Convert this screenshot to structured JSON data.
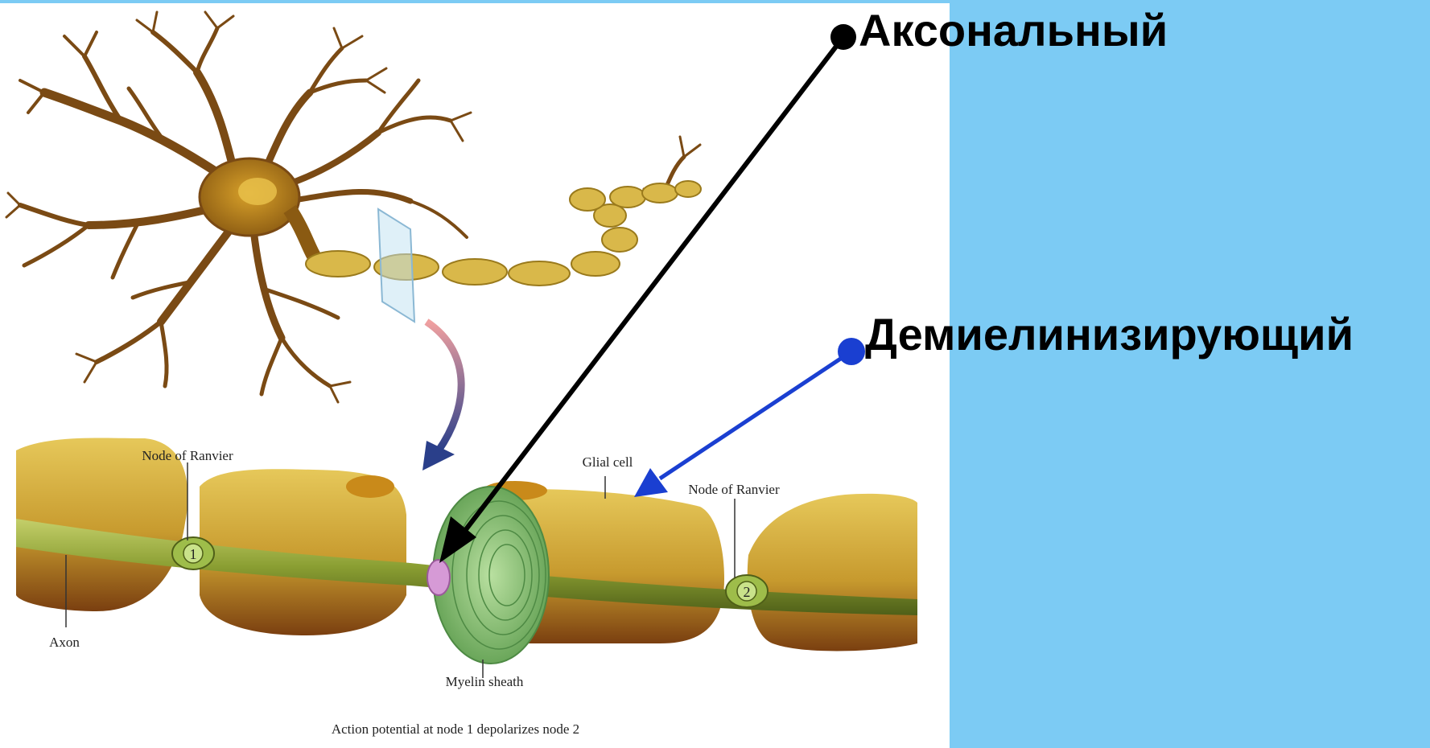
{
  "diagram": {
    "labels": {
      "node_of_ranvier_left": "Node of Ranvier",
      "node_of_ranvier_right": "Node of Ranvier",
      "glial_cell": "Glial cell",
      "axon": "Axon",
      "myelin_sheath": "Myelin sheath",
      "node_1": "1",
      "node_2": "2",
      "caption": "Action potential at node 1 depolarizes node 2"
    },
    "callouts": {
      "axonal": "Аксональный",
      "demyelinating": "Демиелинизирующий"
    },
    "colors": {
      "panel_background": "#7ccbf4",
      "image_background": "#ffffff",
      "axonal_arrow": "#000000",
      "demyelinating_arrow": "#1a3fd1",
      "dendrites": "#7a4a14",
      "myelin": "#d9b84a",
      "axon": "#8a9e32"
    }
  }
}
